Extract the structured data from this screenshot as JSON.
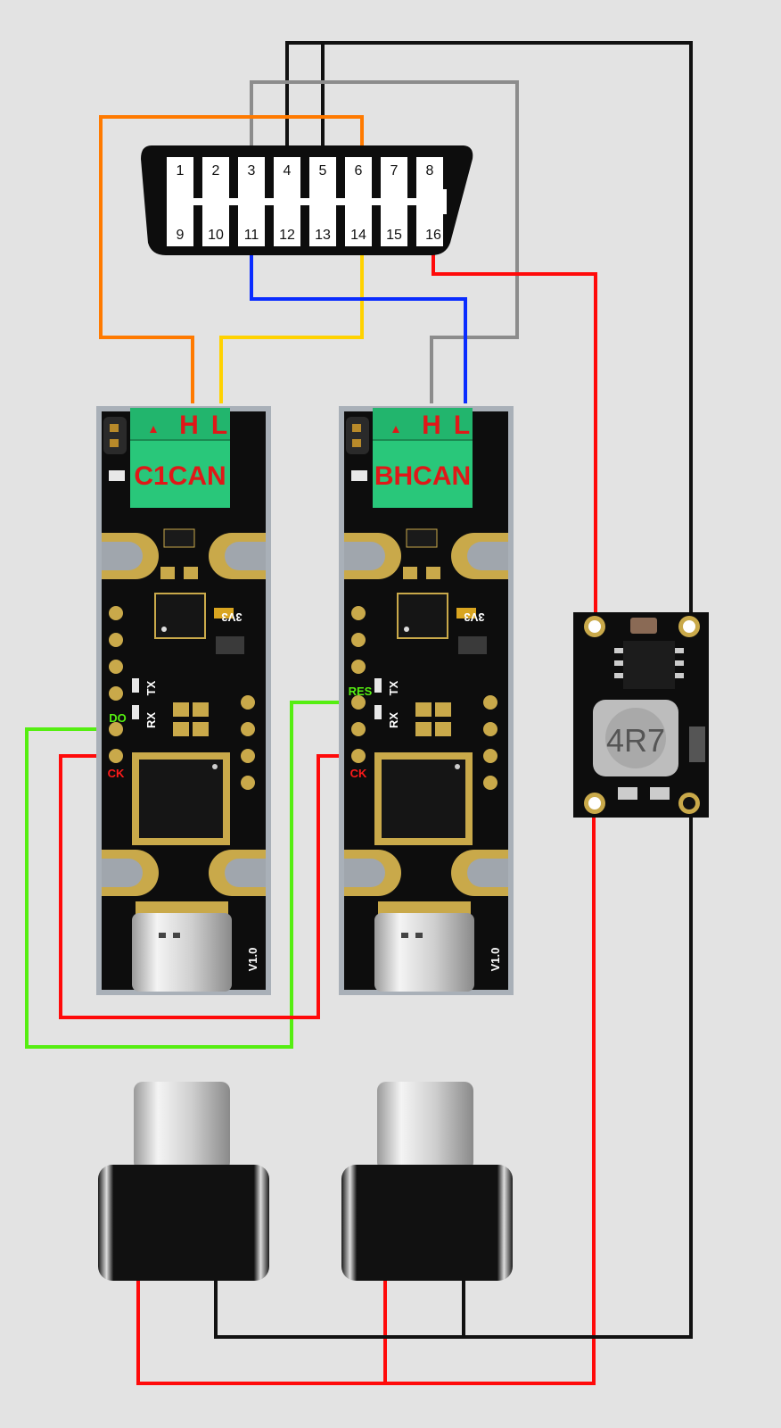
{
  "obd_connector": {
    "top_pins": [
      "1",
      "2",
      "3",
      "4",
      "5",
      "6",
      "7",
      "8"
    ],
    "bottom_pins": [
      "9",
      "10",
      "11",
      "12",
      "13",
      "14",
      "15",
      "16"
    ]
  },
  "boards": [
    {
      "name": "C1CAN",
      "terminal_h": "H",
      "terminal_l": "L",
      "version": "V1.0",
      "label_3v3": "3V3",
      "label_tx": "TX",
      "label_rx": "RX",
      "pad_data": "DO",
      "pad_clock": "CK"
    },
    {
      "name": "BHCAN",
      "terminal_h": "H",
      "terminal_l": "L",
      "version": "V1.0",
      "label_3v3": "3V3",
      "label_tx": "TX",
      "label_rx": "RX",
      "pad_data": "RES",
      "pad_clock": "CK"
    }
  ],
  "buck_module": {
    "marking": "4R7"
  },
  "wire_colors": {
    "orange": "#ff7a00",
    "yellow": "#ffd200",
    "grey": "#8c8c8c",
    "black": "#111111",
    "blue": "#0a2cff",
    "red": "#ff0a0a",
    "green": "#55ee11"
  }
}
